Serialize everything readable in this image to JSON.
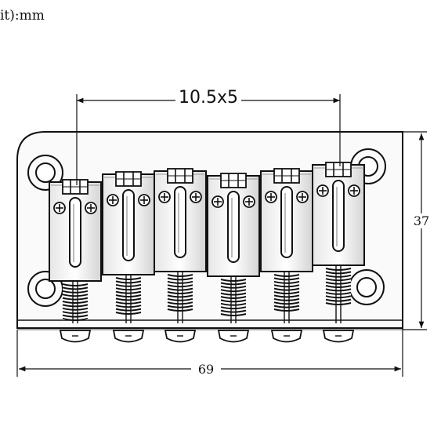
{
  "header": {
    "unit_text": "it):mm"
  },
  "dimensions": {
    "string_spacing": "10.5x5",
    "base_width": "69",
    "base_length": "37"
  },
  "diagram": {
    "saddle_count": 6,
    "line_color": "#111111"
  }
}
